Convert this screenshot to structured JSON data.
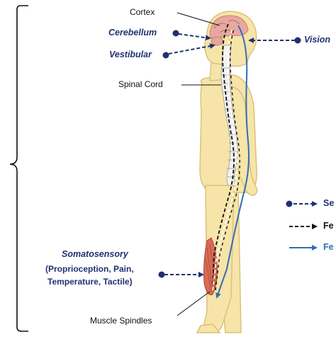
{
  "labels": {
    "cortex": "Cortex",
    "cerebellum": "Cerebellum",
    "vestibular": "Vestibular",
    "vision": "Vision",
    "spinal_cord": "Spinal Cord",
    "somatosensory": "Somatosensory",
    "somatosensory_detail_1": "(Proprioception, Pain,",
    "somatosensory_detail_2": "Temperature, Tactile)",
    "muscle_spindles": "Muscle Spindles"
  },
  "legend": {
    "items": [
      {
        "label": "Se"
      },
      {
        "label": "Fe"
      },
      {
        "label": "Fe"
      }
    ]
  },
  "colors": {
    "navy": "#1f3170",
    "feedback_blue": "#2f6fb5",
    "skin": "#f7e4a8",
    "skin_outline": "#d9c27a",
    "brain": "#e8a8a0",
    "spine": "#f2f2f2",
    "muscle": "#d96a55"
  }
}
